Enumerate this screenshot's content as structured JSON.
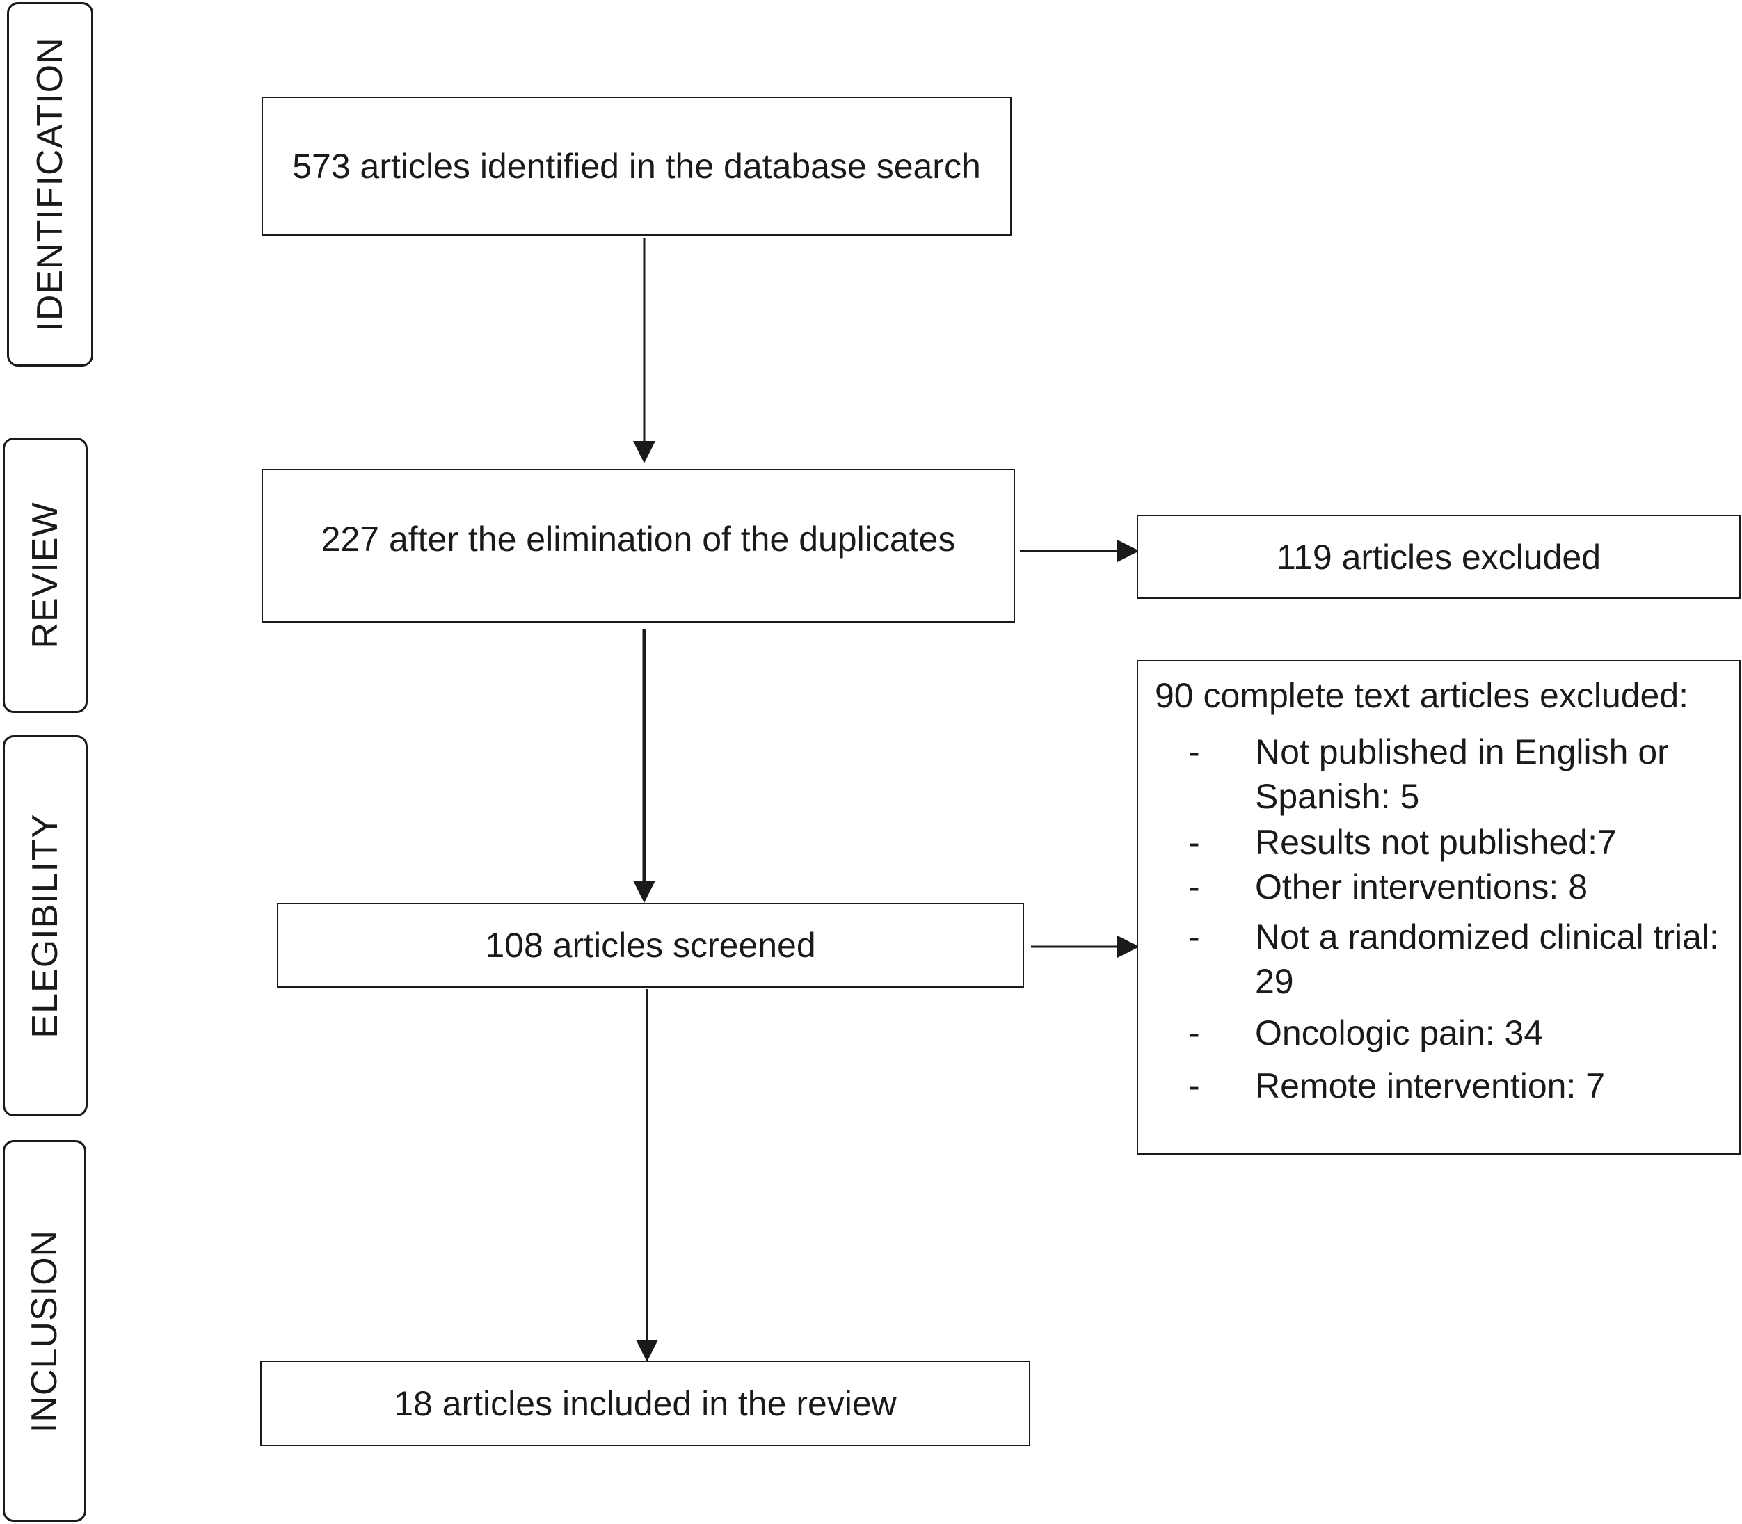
{
  "phases": {
    "identification": "IDENTIFICATION",
    "review": "REVIEW",
    "eligibility": "ELEGIBILITY",
    "inclusion": "INCLUSION"
  },
  "boxes": {
    "identified": "573 articles identified in the database search",
    "after_duplicates": "227 after the elimination of the duplicates",
    "excluded": "119 articles excluded",
    "screened": "108 articles screened",
    "included": "18 articles included in the review"
  },
  "full_text_exclusions": {
    "title": "90 complete text articles excluded:",
    "items": [
      {
        "dash": "-",
        "text": "Not published in English or Spanish: 5"
      },
      {
        "dash": "-",
        "text": "Results not published:7"
      },
      {
        "dash": "-",
        "text": "Other interventions: 8"
      },
      {
        "dash": "-",
        "text": "Not a randomized clinical trial: 29"
      },
      {
        "dash": "-",
        "text": "Oncologic pain: 34"
      },
      {
        "dash": "-",
        "text": "Remote intervention: 7"
      }
    ]
  }
}
